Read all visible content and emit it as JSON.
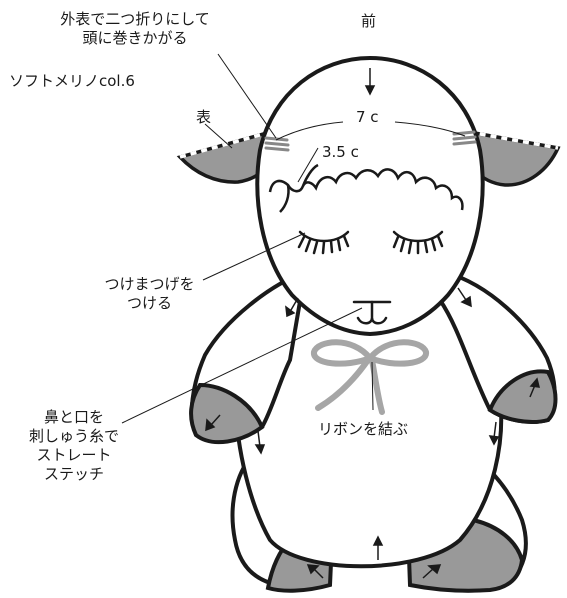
{
  "labels": {
    "front": "前",
    "fold_note_line1": "外表で二つ折りにして",
    "fold_note_line2": "頭に巻きかがる",
    "yarn": "ソフトメリノcol.6",
    "outer_side": "表",
    "width_7c": "7 c",
    "width_3_5c": "3.5 c",
    "eyelash_line1": "つけまつげを",
    "eyelash_line2": "つける",
    "nose_line1": "鼻と口を",
    "nose_line2": "刺しゅう糸で",
    "nose_line3": "ストレート",
    "nose_line4": "ステッチ",
    "ribbon": "リボンを結ぶ"
  },
  "colors": {
    "outline": "#1a1a1a",
    "gray_fill": "#999999",
    "ribbon": "#a6a6a6",
    "stitch": "#888888",
    "background": "#ffffff"
  }
}
